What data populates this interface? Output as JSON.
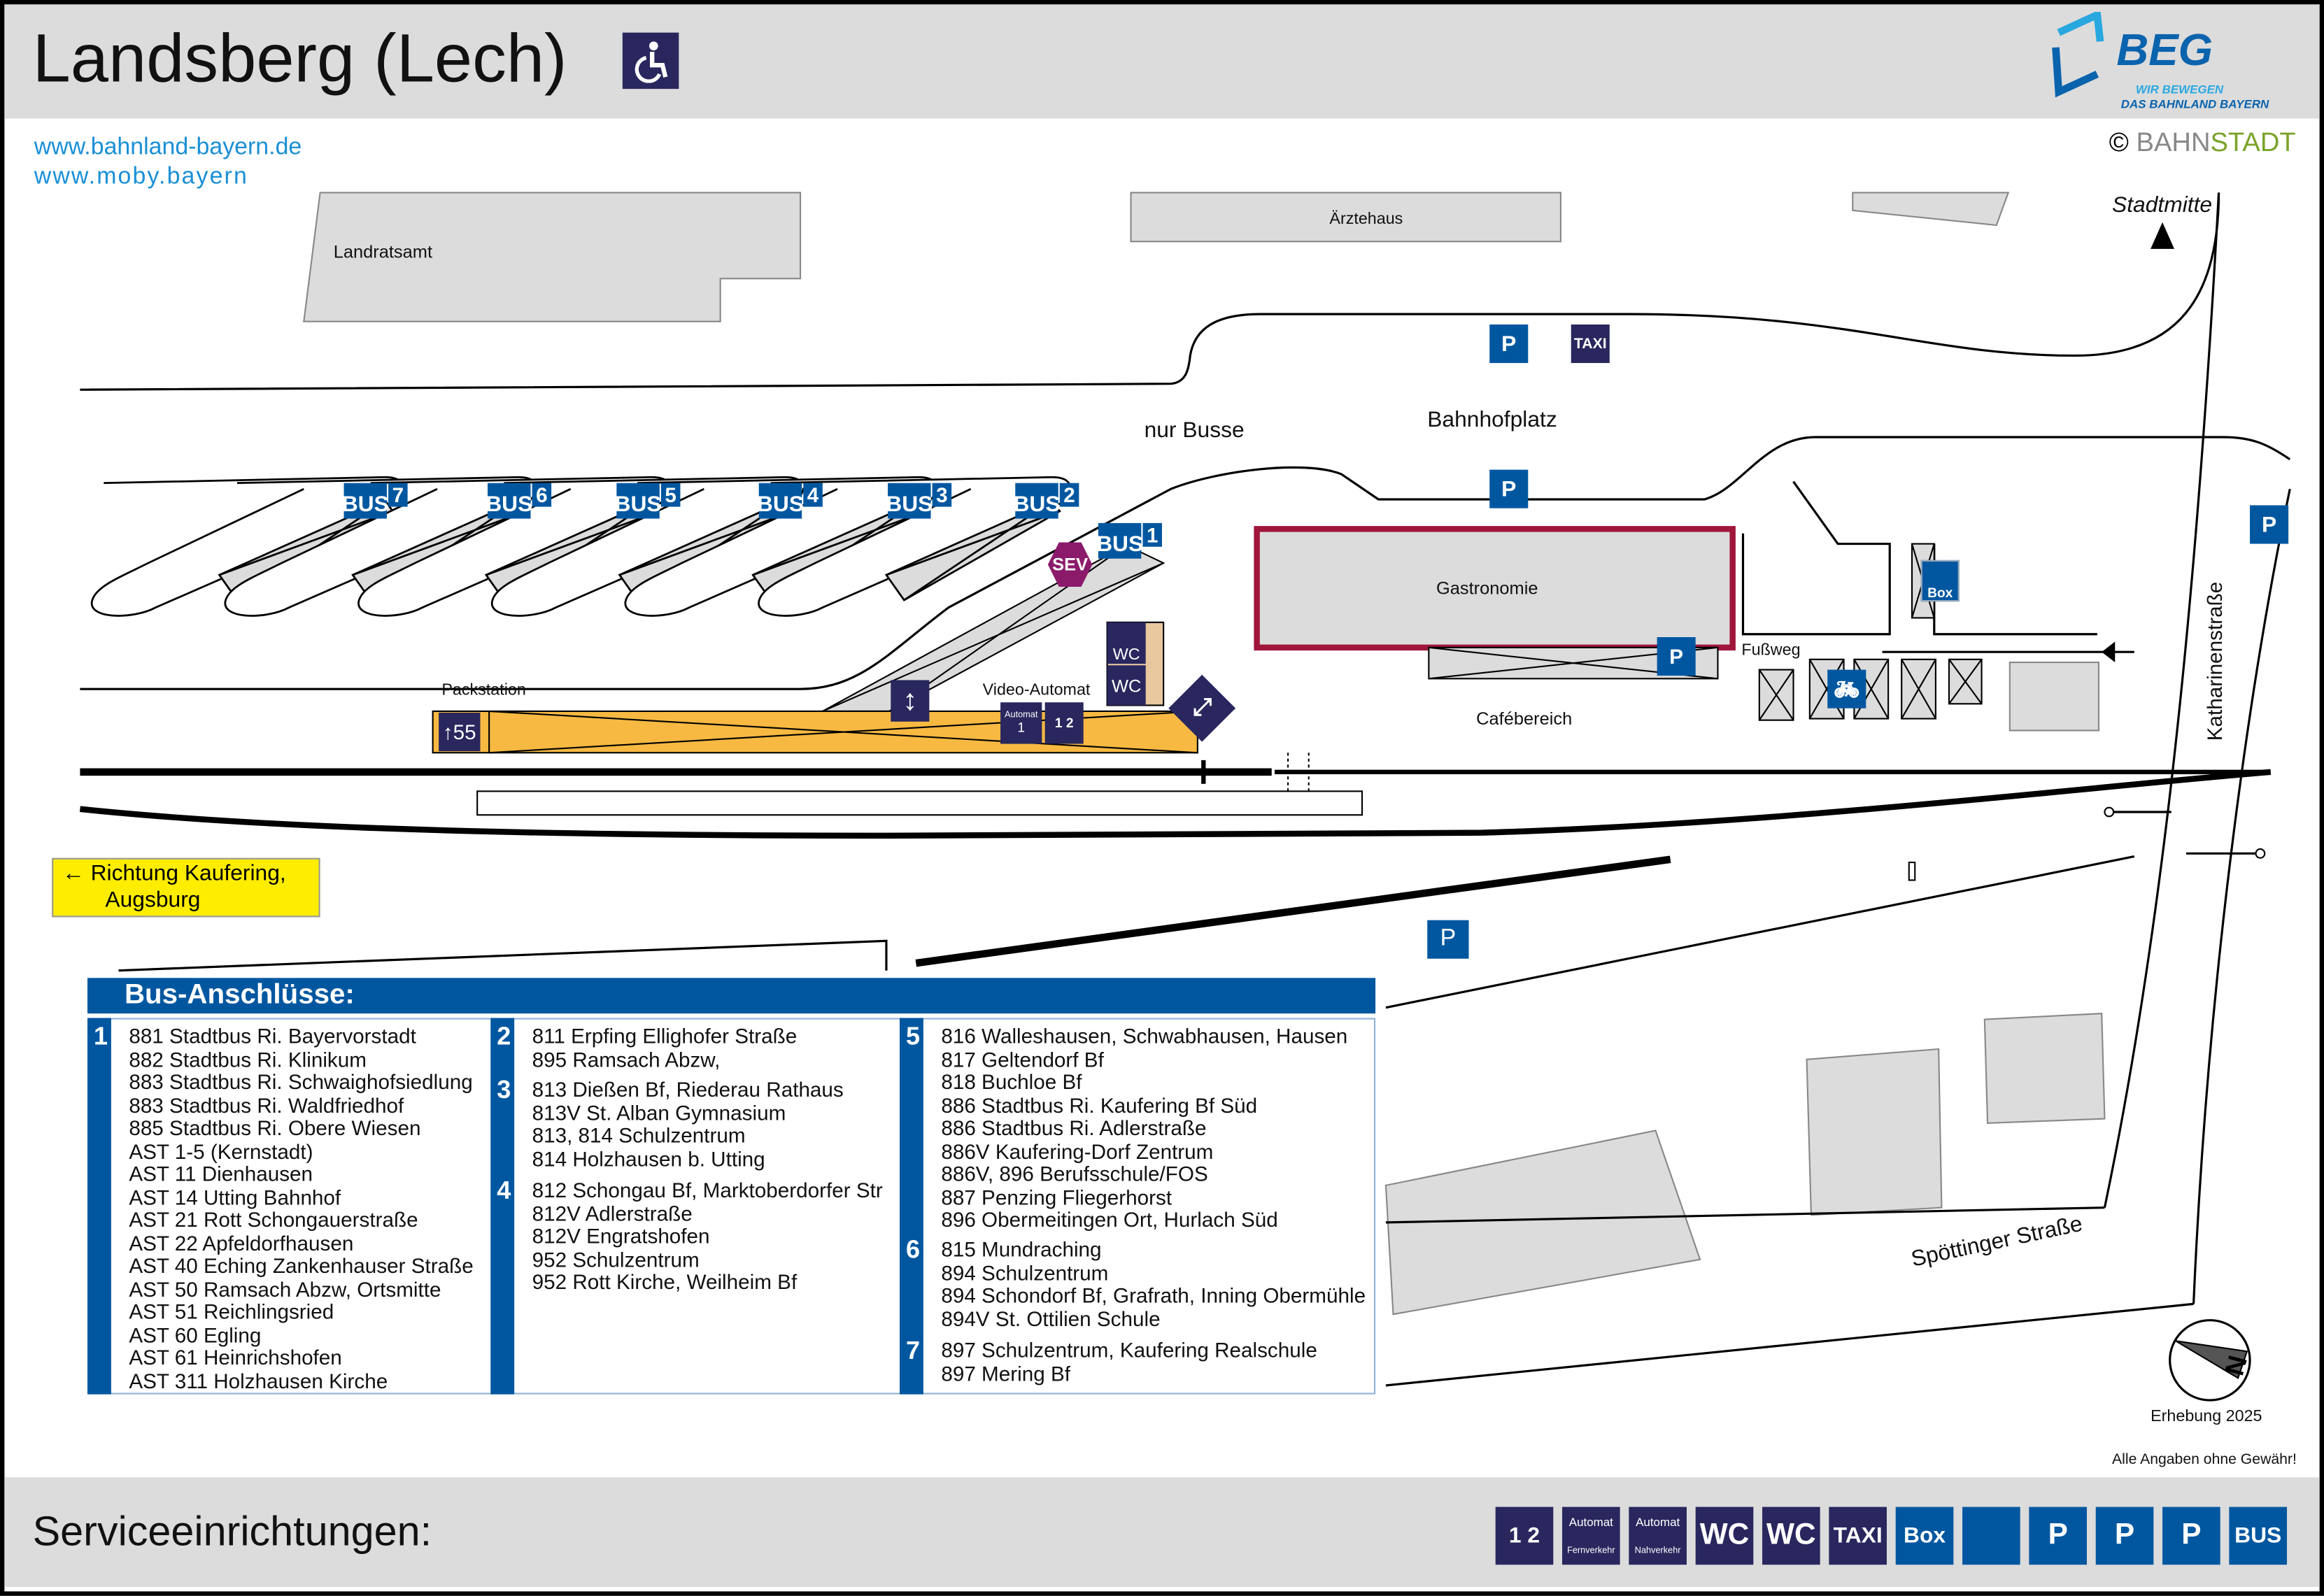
{
  "header": {
    "title": "Landsberg (Lech)",
    "accessibility_icon": "wheelchair-icon",
    "links": [
      "www.bahnland-bayern.de",
      "www.moby.bayern"
    ],
    "logo": {
      "name": "BEG",
      "tagline_1": "WIR BEWEGEN",
      "tagline_2": "DAS BAHNLAND BAYERN"
    },
    "copyright": {
      "symbol": "©",
      "part1": "BAHN",
      "part2": "STADT"
    }
  },
  "map": {
    "buildings": {
      "landratsamt": "Landratsamt",
      "aerztehaus": "Ärztehaus",
      "gastronomie": "Gastronomie"
    },
    "labels": {
      "stadtmitte": "Stadtmitte",
      "nur_busse": "nur Busse",
      "bahnhofplatz": "Bahnhofplatz",
      "packstation": "Packstation",
      "video_automat": "Video-Automat",
      "cafebereich": "Cafébereich",
      "fussweg": "Fußweg",
      "katharinenstrasse": "Katharinenstraße",
      "spoettinger_strasse": "Spöttinger Straße",
      "erhebung": "Erhebung 2025",
      "disclaimer": "Alle Angaben ohne Gewähr!"
    },
    "direction": {
      "arrow": "←",
      "line1": "Richtung Kaufering,",
      "line2": "Augsburg"
    },
    "bus_stops": [
      {
        "bus": "BUS",
        "number": "7"
      },
      {
        "bus": "BUS",
        "number": "6"
      },
      {
        "bus": "BUS",
        "number": "5"
      },
      {
        "bus": "BUS",
        "number": "4"
      },
      {
        "bus": "BUS",
        "number": "3"
      },
      {
        "bus": "BUS",
        "number": "2"
      },
      {
        "bus": "BUS",
        "number": "1"
      }
    ],
    "icons": {
      "sev": "SEV",
      "track_55": "55",
      "wc": "WC",
      "taxi": "TAXI",
      "parking": "P",
      "box": "Box",
      "automat": "Automat",
      "ticket_1": "1",
      "ticket_2": "2"
    }
  },
  "bus_connections": {
    "title": "Bus-Anschlüsse:",
    "columns": [
      {
        "groups": [
          {
            "stop": "1",
            "lines": [
              "881 Stadtbus Ri. Bayervorstadt",
              "882 Stadtbus Ri. Klinikum",
              "883 Stadtbus Ri. Schwaighofsiedlung",
              "883 Stadtbus Ri. Waldfriedhof",
              "885 Stadtbus Ri. Obere Wiesen",
              "AST 1-5 (Kernstadt)",
              "AST 11 Dienhausen",
              "AST 14 Utting Bahnhof",
              "AST 21 Rott Schongauerstraße",
              "AST 22 Apfeldorfhausen",
              "AST 40 Eching Zankenhauser Straße",
              "AST 50 Ramsach Abzw, Ortsmitte",
              "AST 51 Reichlingsried",
              "AST 60 Egling",
              "AST 61 Heinrichshofen",
              "AST 311 Holzhausen Kirche"
            ]
          }
        ]
      },
      {
        "groups": [
          {
            "stop": "2",
            "lines": [
              "811 Erpfing Ellighofer Straße",
              "895 Ramsach Abzw,"
            ]
          },
          {
            "stop": "3",
            "lines": [
              "813 Dießen Bf, Riederau Rathaus",
              "813V St. Alban Gymnasium",
              "813, 814 Schulzentrum",
              "814 Holzhausen b. Utting"
            ]
          },
          {
            "stop": "4",
            "lines": [
              "812 Schongau Bf, Marktoberdorfer Str",
              "812V Adlerstraße",
              "812V Engratshofen",
              "952 Schulzentrum",
              "952 Rott Kirche, Weilheim Bf"
            ]
          }
        ]
      },
      {
        "groups": [
          {
            "stop": "5",
            "lines": [
              "816 Walleshausen, Schwabhausen, Hausen",
              "817 Geltendorf Bf",
              "818 Buchloe Bf",
              "886 Stadtbus Ri. Kaufering Bf Süd",
              "886 Stadtbus Ri. Adlerstraße",
              "886V Kaufering-Dorf Zentrum",
              "886V, 896 Berufsschule/FOS",
              "887 Penzing Fliegerhorst",
              "896 Obermeitingen Ort, Hurlach Süd"
            ]
          },
          {
            "stop": "6",
            "lines": [
              "815 Mundraching",
              "894 Schulzentrum",
              "894 Schondorf Bf, Grafrath, Inning Obermühle",
              "894V St. Ottilien Schule"
            ]
          },
          {
            "stop": "7",
            "lines": [
              "897 Schulzentrum, Kaufering Realschule",
              "897 Mering Bf"
            ]
          }
        ]
      }
    ]
  },
  "footer": {
    "title": "Serviceeinrichtungen:",
    "icons": [
      {
        "name": "ticket-machine-icon",
        "text": "1 2",
        "sub": ""
      },
      {
        "name": "ticket-machine-fernverkehr-icon",
        "text": "Automat",
        "sub": "Fernverkehr"
      },
      {
        "name": "ticket-machine-nahverkehr-icon",
        "text": "Automat",
        "sub": "Nahverkehr"
      },
      {
        "name": "accessible-wc-icon",
        "text": "WC",
        "sub": ""
      },
      {
        "name": "wc-icon",
        "text": "WC",
        "sub": ""
      },
      {
        "name": "taxi-icon",
        "text": "TAXI",
        "sub": ""
      },
      {
        "name": "bike-box-icon",
        "text": "Box",
        "sub": ""
      },
      {
        "name": "bike-parking-icon",
        "text": "",
        "sub": ""
      },
      {
        "name": "accessible-parking-icon",
        "text": "P",
        "sub": ""
      },
      {
        "name": "parking-icon",
        "text": "P",
        "sub": ""
      },
      {
        "name": "short-term-parking-icon",
        "text": "P",
        "sub": ""
      },
      {
        "name": "bus-icon",
        "text": "BUS",
        "sub": ""
      }
    ]
  },
  "colors": {
    "navy": "#29275e",
    "blue": "#0057a0",
    "platform": "#f7b942",
    "sev": "#8b1a6b",
    "gastronomie_border": "#a0163b",
    "direction_bg": "#ffed00",
    "link": "#1a8fd6",
    "bahnstadt_green": "#7aa32a"
  }
}
